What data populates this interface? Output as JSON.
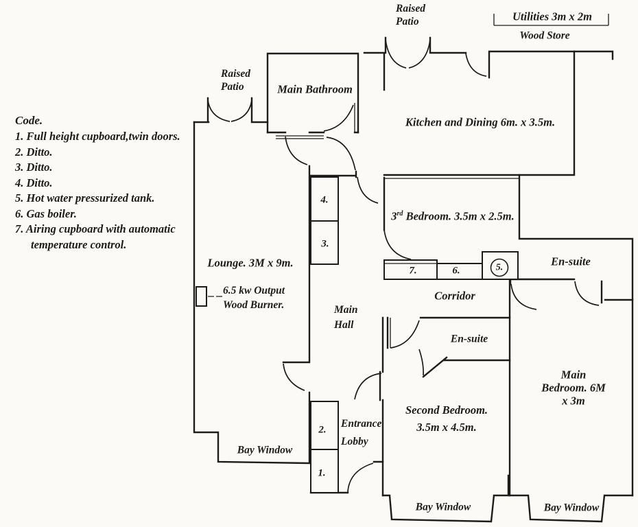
{
  "title": "House floor plan",
  "colors": {
    "paper": "#fbfaf7",
    "ink": "#1c1c1c"
  },
  "legend": {
    "title": "Code.",
    "items": [
      "1. Full height cupboard,twin doors.",
      "2. Ditto.",
      "3. Ditto.",
      "4. Ditto.",
      "5. Hot water pressurized tank.",
      "6. Gas boiler.",
      "7. Airing cupboard with automatic\ntemperature control."
    ]
  },
  "labels": {
    "raised_patio_top": "Raised\nPatio",
    "raised_patio_left": "Raised\nPatio",
    "utilities": "Utilities 3m x 2m",
    "wood_store": "Wood Store",
    "main_bathroom": "Main Bathroom",
    "kitchen": "Kitchen and Dining 6m. x 3.5m.",
    "bedroom3_prefix": "3",
    "bedroom3_sup": "rd",
    "bedroom3_rest": " Bedroom. 3.5m x 2.5m.",
    "ensuite_right": "En-suite",
    "ensuite_second": "En-suite",
    "lounge": "Lounge. 3M x 9m.",
    "wood_burner": "6.5 kw Output\nWood Burner.",
    "corridor": "Corridor",
    "main_hall": "Main\nHall",
    "main_bedroom": "Main Bedroom. 6M x 3m",
    "second_bedroom": "Second Bedroom.\n3.5m x 4.5m.",
    "entrance_lobby": "Entrance\nLobby",
    "bay_window_lounge": "Bay Window",
    "bay_window_second": "Bay Window",
    "bay_window_main": "Bay Window"
  },
  "cupboard_numbers": {
    "n1": "1.",
    "n2": "2.",
    "n3": "3.",
    "n4": "4.",
    "n5": "5.",
    "n6": "6.",
    "n7": "7."
  }
}
